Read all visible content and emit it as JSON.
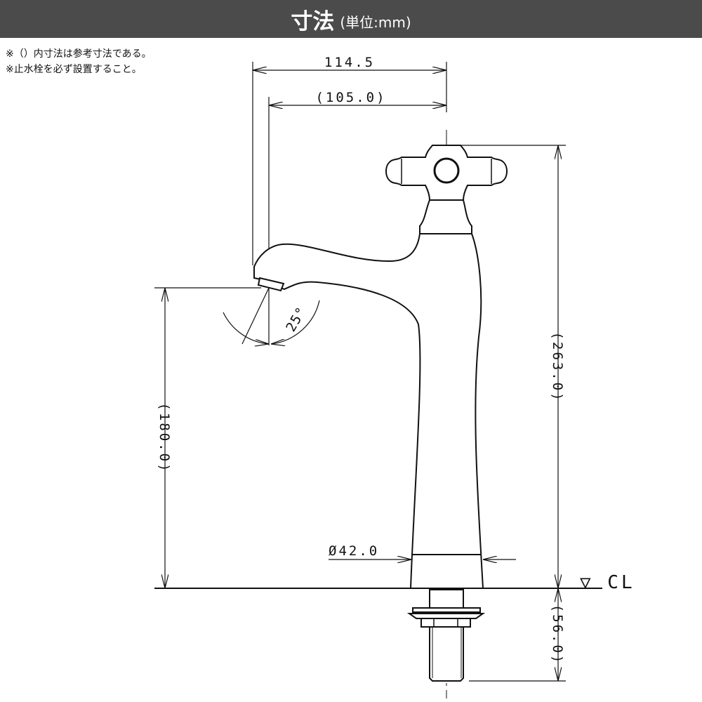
{
  "header": {
    "title": "寸法",
    "unit": "(単位:mm)"
  },
  "notes": [
    "※（）内寸法は参考寸法である。",
    "※止水栓を必ず設置すること。"
  ],
  "dimensions": {
    "overall_reach": "114.5",
    "spout_reach": "(105.0)",
    "total_height": "(263.0)",
    "spout_height": "(180.0)",
    "below_counter": "(56.0)",
    "base_diameter": "Ø42.0",
    "spout_angle": "25°",
    "counter_line": "▽ CL"
  },
  "colors": {
    "header_bg": "#4b4b4b",
    "line": "#111111"
  }
}
